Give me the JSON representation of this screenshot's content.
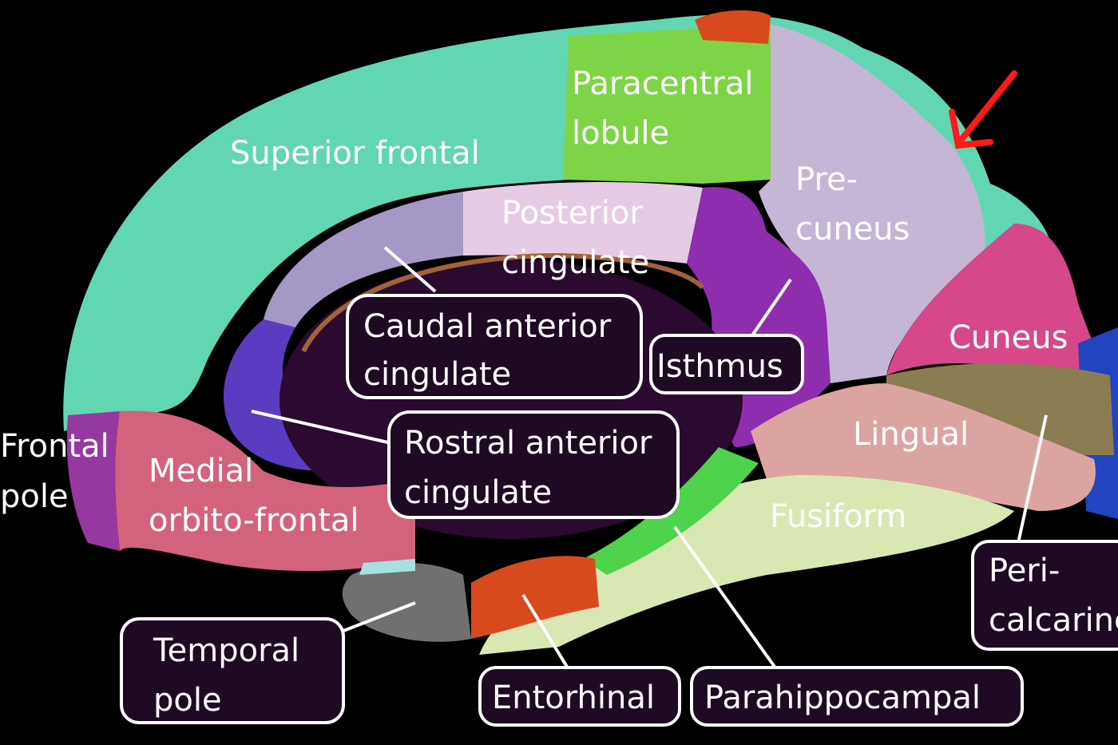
{
  "colors": {
    "background": "#000000",
    "superior_frontal": "#62d6b2",
    "paracentral": "#7ed447",
    "precuneus": "#c4b6d4",
    "posterior_cingulate": "#e6cbe4",
    "caudal_anterior_cingulate": "#a698c6",
    "isthmus": "#8e2eae",
    "rostral_anterior_cingulate": "#5a3cc0",
    "medial_orbitofrontal": "#d3637c",
    "frontal_pole": "#9638a0",
    "cuneus": "#d6488a",
    "lingual": "#dca4a0",
    "pericalcarine": "#8c7c52",
    "fusiform": "#d9e8b2",
    "parahippocampal": "#4fd24c",
    "entorhinal": "#d84a1e",
    "temporal_pole": "#707070",
    "arrow": "#ff1a1a"
  },
  "labels": {
    "superior_frontal": "Superior frontal",
    "paracentral": [
      "Paracentral",
      "lobule"
    ],
    "precuneus": [
      "Pre-",
      "cuneus"
    ],
    "posterior_cingulate": [
      "Posterior",
      "cingulate"
    ],
    "caudal_anterior_cingulate": [
      "Caudal anterior",
      "cingulate"
    ],
    "isthmus": "Isthmus",
    "rostral_anterior_cingulate": [
      "Rostral anterior",
      "cingulate"
    ],
    "frontal_pole": [
      "Frontal",
      "pole"
    ],
    "medial_orbitofrontal": [
      "Medial",
      "orbito-frontal"
    ],
    "cuneus": "Cuneus",
    "lingual": "Lingual",
    "fusiform": "Fusiform",
    "pericalcarine": [
      "Peri-",
      "calcarine"
    ],
    "temporal_pole": [
      "Temporal",
      "pole"
    ],
    "entorhinal": "Entorhinal",
    "parahippocampal": "Parahippocampal"
  },
  "icons": {
    "pointer": "red-arrow-icon"
  }
}
